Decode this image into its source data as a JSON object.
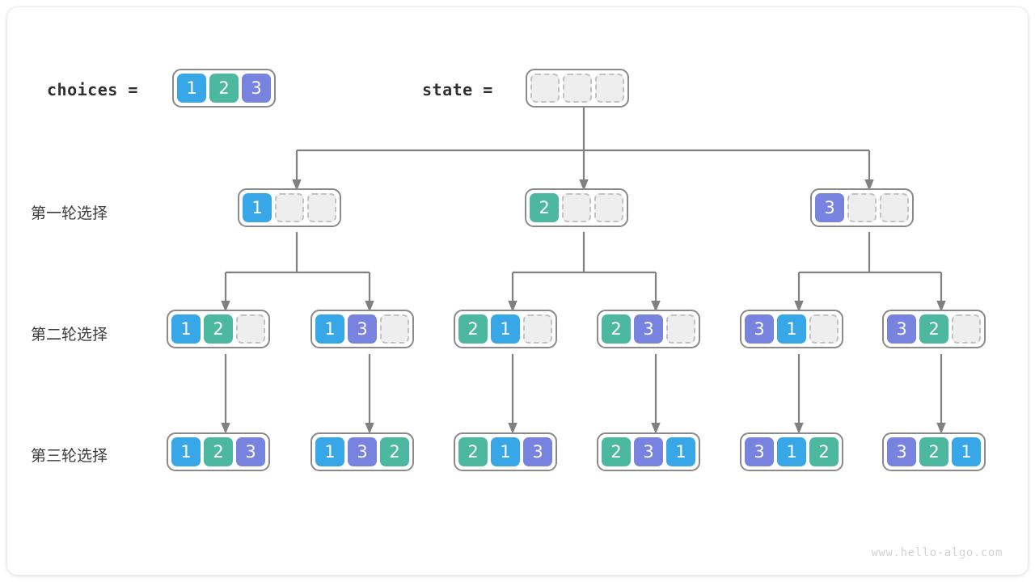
{
  "page": {
    "watermark": "www.hello-algo.com",
    "bg_color": "#ffffff",
    "frame_color": "#ebebeb"
  },
  "palette": {
    "value_1": "#37a7e8",
    "value_2": "#4cb8a0",
    "value_3": "#7783de",
    "empty_fill": "#eeeeee",
    "empty_border": "#c2c2c2",
    "box_border": "#8a8a8a",
    "wire": "#808080",
    "text": "#2f2f2f"
  },
  "legend": {
    "choices_label": "choices =",
    "choices_cells": [
      "1",
      "2",
      "3"
    ],
    "state_label": "state =",
    "state_cells": [
      "",
      "",
      ""
    ]
  },
  "rows": [
    {
      "caption": "第一轮选择"
    },
    {
      "caption": "第二轮选择"
    },
    {
      "caption": "第三轮选择"
    }
  ],
  "level1": [
    {
      "cells": [
        "1",
        "",
        ""
      ]
    },
    {
      "cells": [
        "2",
        "",
        ""
      ]
    },
    {
      "cells": [
        "3",
        "",
        ""
      ]
    }
  ],
  "level2": [
    {
      "cells": [
        "1",
        "2",
        ""
      ]
    },
    {
      "cells": [
        "1",
        "3",
        ""
      ]
    },
    {
      "cells": [
        "2",
        "1",
        ""
      ]
    },
    {
      "cells": [
        "2",
        "3",
        ""
      ]
    },
    {
      "cells": [
        "3",
        "1",
        ""
      ]
    },
    {
      "cells": [
        "3",
        "2",
        ""
      ]
    }
  ],
  "level3": [
    {
      "cells": [
        "1",
        "2",
        "3"
      ]
    },
    {
      "cells": [
        "1",
        "3",
        "2"
      ]
    },
    {
      "cells": [
        "2",
        "1",
        "3"
      ]
    },
    {
      "cells": [
        "2",
        "3",
        "1"
      ]
    },
    {
      "cells": [
        "3",
        "1",
        "2"
      ]
    },
    {
      "cells": [
        "3",
        "2",
        "1"
      ]
    }
  ]
}
